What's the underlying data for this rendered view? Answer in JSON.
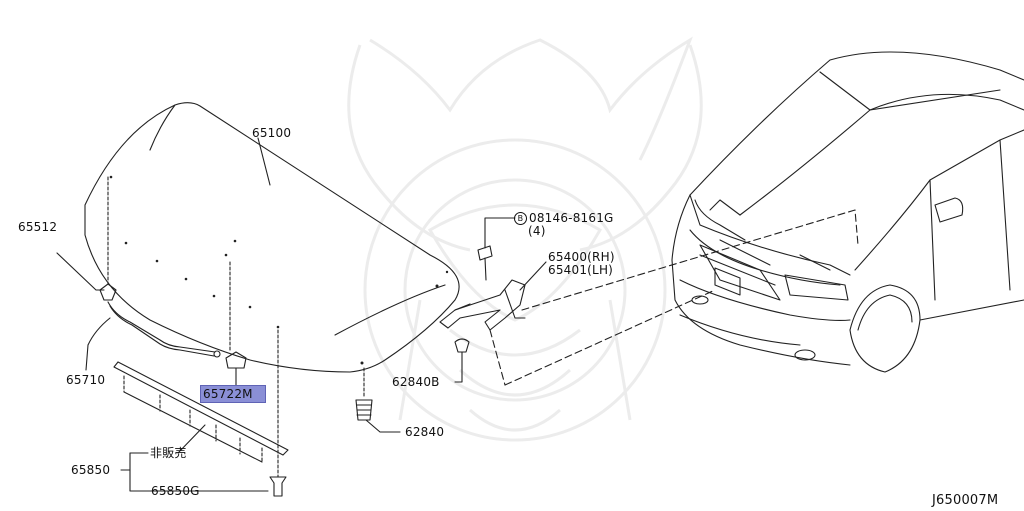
{
  "parts": {
    "hood": "65100",
    "hood_hinge_bolt": "08146-8161G",
    "hood_hinge_bolt_qty": "(4)",
    "bolt_marker": "B",
    "hinge_rh": "65400(RH)",
    "hinge_lh": "65401(LH)",
    "stay_grommet": "65512",
    "hood_stay": "65710",
    "stay_clip": "65722M",
    "bumper_rubber_b": "62840B",
    "bumper_rubber": "62840",
    "not_for_sale": "非販売",
    "seal": "65850",
    "seal_clip": "65850G"
  },
  "highlight_color": "#8a8fd6",
  "diagram_id": "J650007M"
}
